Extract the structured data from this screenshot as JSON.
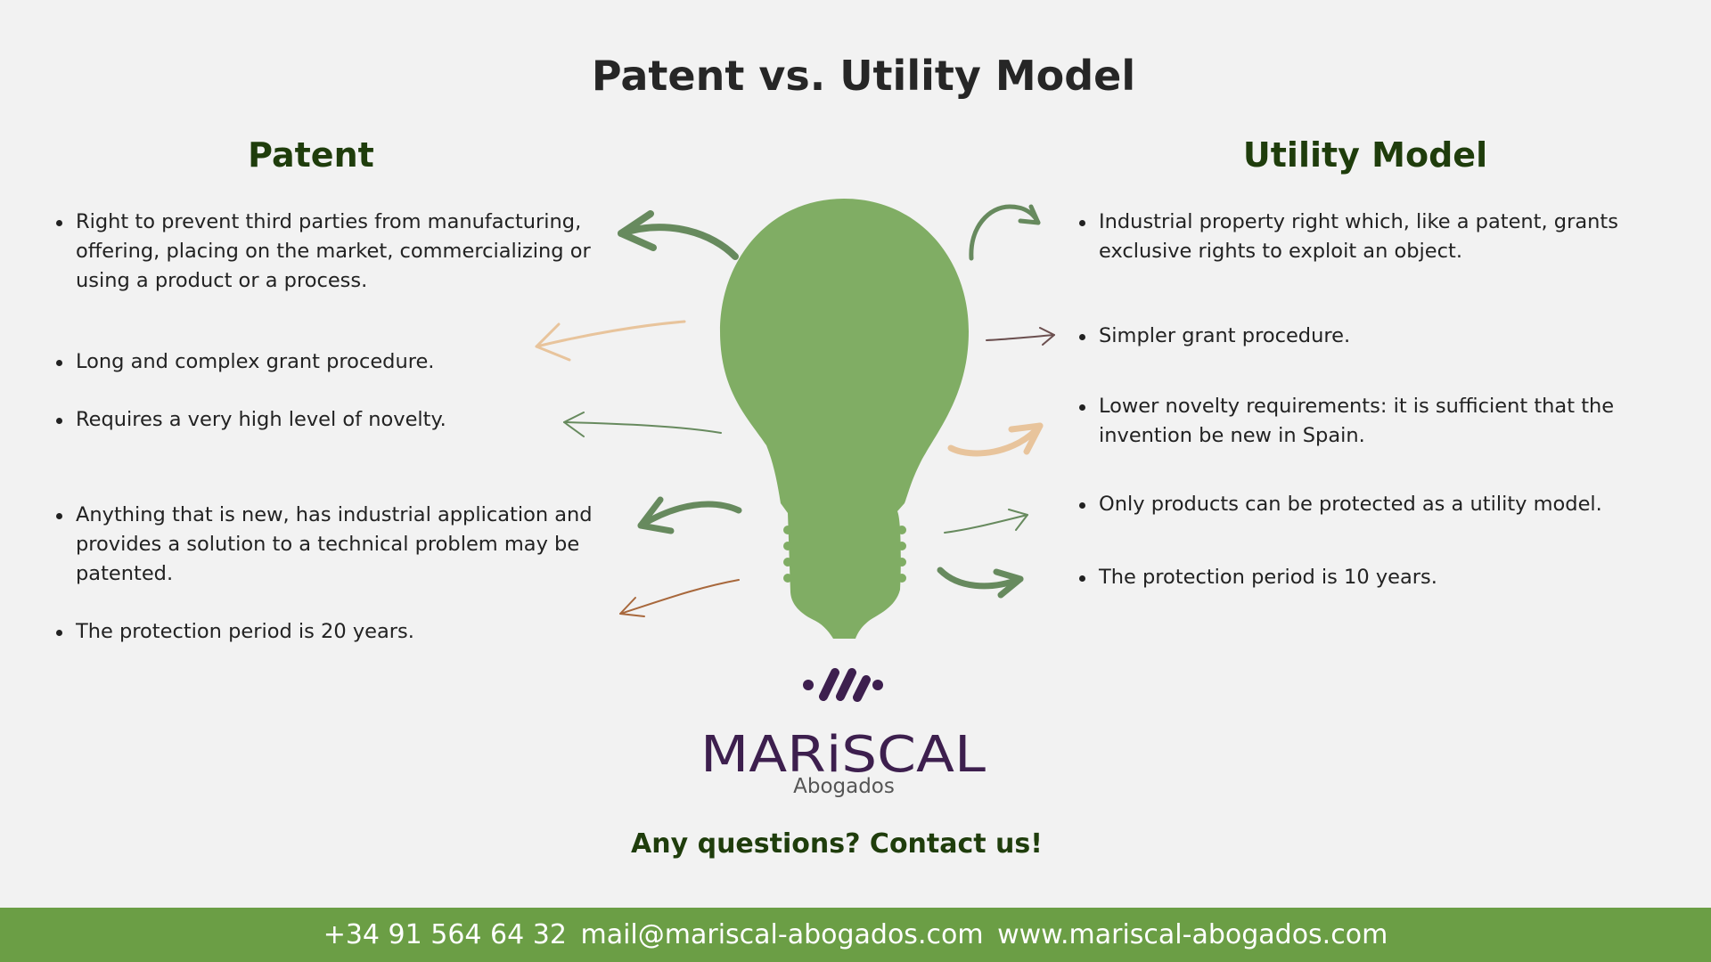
{
  "title": "Patent vs. Utility Model",
  "patent": {
    "heading": "Patent",
    "bullets": [
      "Right to prevent third parties from manufacturing, offering, placing on the market, commercializing or using a product or a process.",
      "Long and complex grant procedure.",
      "Requires a very high level of novelty.",
      "Anything that is new, has industrial application and provides a solution to a technical problem may be patented.",
      "The protection period is 20 years."
    ]
  },
  "utility_model": {
    "heading": "Utility Model",
    "bullets": [
      "Industrial property right which, like a patent, grants exclusive rights to exploit an object.",
      "Simpler grant procedure.",
      "Lower novelty requirements: it is sufficient that the invention be new in Spain.",
      "Only products can be protected as a utility model.",
      "The protection period is 10 years."
    ]
  },
  "logo": {
    "name": "MARiSCAL",
    "subtitle": "Abogados"
  },
  "cta": "Any questions? Contact us!",
  "footer": {
    "phone": "+34 91 564 64 32",
    "email": "mail@mariscal-abogados.com",
    "website": "www.mariscal-abogados.com"
  },
  "colors": {
    "bulb": "#80ad64",
    "heading": "#1f3d0c",
    "logo": "#3d1f4e",
    "footer": "#6b9e45"
  }
}
